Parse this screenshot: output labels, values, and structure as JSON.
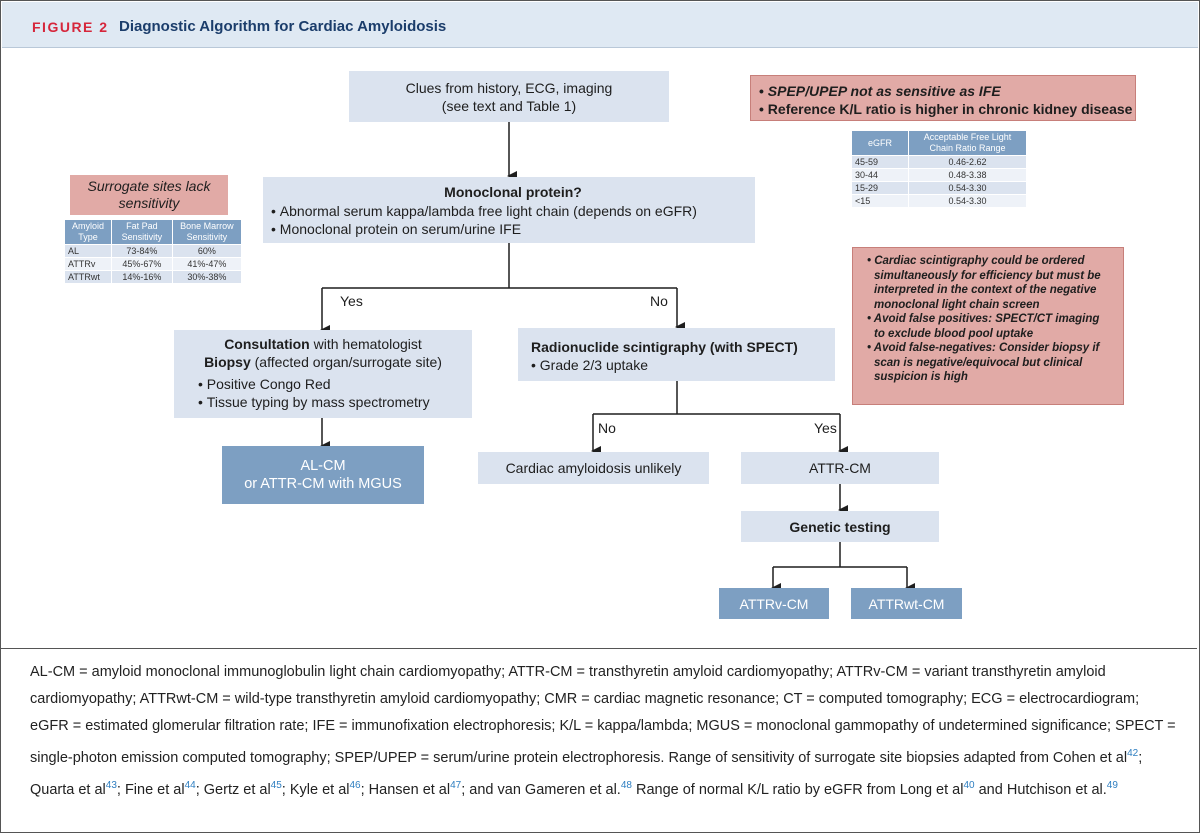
{
  "figure": {
    "number": "FIGURE 2",
    "title": "Diagnostic Algorithm for Cardiac Amyloidosis"
  },
  "clues": {
    "line1": "Clues from history, ECG, imaging",
    "line2": "(see text and Table 1)"
  },
  "monoclonal": {
    "title": "Monoclonal protein?",
    "items": [
      "Abnormal serum kappa/lambda free light chain (depends on eGFR)",
      "Monoclonal protein on serum/urine IFE"
    ]
  },
  "spep_note": {
    "items": [
      "SPEP/UPEP not as sensitive as IFE",
      "Reference K/L ratio is higher in chronic kidney disease"
    ]
  },
  "egfr_table": {
    "headers": [
      "eGFR",
      "Acceptable Free Light Chain Ratio Range"
    ],
    "rows": [
      [
        "45-59",
        "0.46-2.62"
      ],
      [
        "30-44",
        "0.48-3.38"
      ],
      [
        "15-29",
        "0.54-3.30"
      ],
      [
        "<15",
        "0.54-3.30"
      ]
    ]
  },
  "surrogate": {
    "title": "Surrogate sites lack sensitivity",
    "headers": [
      "Amyloid Type",
      "Fat Pad Sensitivity",
      "Bone Marrow Sensitivity"
    ],
    "rows": [
      [
        "AL",
        "73-84%",
        "60%"
      ],
      [
        "ATTRv",
        "45%-67%",
        "41%-47%"
      ],
      [
        "ATTRwt",
        "14%-16%",
        "30%-38%"
      ]
    ]
  },
  "scint_note": {
    "items": [
      "Cardiac scintigraphy could be ordered simultaneously for efficiency but must be interpreted in the context of the negative monoclonal light chain screen",
      "Avoid false positives: SPECT/CT imaging to exclude blood pool uptake",
      "Avoid false-negatives: Consider biopsy if scan is negative/equivocal but clinical suspicion is high"
    ]
  },
  "labels": {
    "yes1": "Yes",
    "no1": "No",
    "no2": "No",
    "yes2": "Yes"
  },
  "consult": {
    "line1_bold": "Consultation",
    "line1_rest": " with hematologist",
    "line2_bold": "Biopsy",
    "line2_rest": " (affected organ/surrogate site)",
    "items": [
      "Positive Congo Red",
      "Tissue typing by mass spectrometry"
    ]
  },
  "radio": {
    "title": "Radionuclide scintigraphy (with SPECT)",
    "items": [
      "Grade 2/3 uptake"
    ]
  },
  "alcm": {
    "line1": "AL-CM",
    "line2": "or ATTR-CM with MGUS"
  },
  "unlikely": "Cardiac amyloidosis unlikely",
  "attrcm": "ATTR-CM",
  "genetic": "Genetic testing",
  "attrv": "ATTRv-CM",
  "attrwt": "ATTRwt-CM",
  "notes": {
    "text": "AL-CM = amyloid monoclonal immunoglobulin light chain cardiomyopathy; ATTR-CM = transthyretin amyloid cardiomyopathy; ATTRv-CM = variant transthyretin amyloid cardiomyopathy; ATTRwt-CM = wild-type transthyretin amyloid cardiomyopathy; CMR = cardiac magnetic resonance; CT = computed tomography; ECG = electrocardiogram; eGFR = estimated glomerular filtration rate; IFE = immunofixation electrophoresis; K/L = kappa/lambda; MGUS = monoclonal gammopathy of undetermined significance; SPECT = single-photon emission computed tomography; SPEP/UPEP = serum/urine protein electrophoresis. Range of sensitivity of surrogate site biopsies adapted from Cohen et al",
    "refs": [
      {
        "sup": "42",
        "after": "; Quarta et al"
      },
      {
        "sup": "43",
        "after": "; Fine et al"
      },
      {
        "sup": "44",
        "after": "; Gertz et al"
      },
      {
        "sup": "45",
        "after": "; Kyle et al"
      },
      {
        "sup": "46",
        "after": "; Hansen et al"
      },
      {
        "sup": "47",
        "after": "; and van Gameren et al."
      },
      {
        "sup": "48",
        "after": " Range of normal K/L ratio by eGFR from Long et al"
      },
      {
        "sup": "40",
        "after": " and Hutchison et al."
      },
      {
        "sup": "49",
        "after": ""
      }
    ]
  }
}
